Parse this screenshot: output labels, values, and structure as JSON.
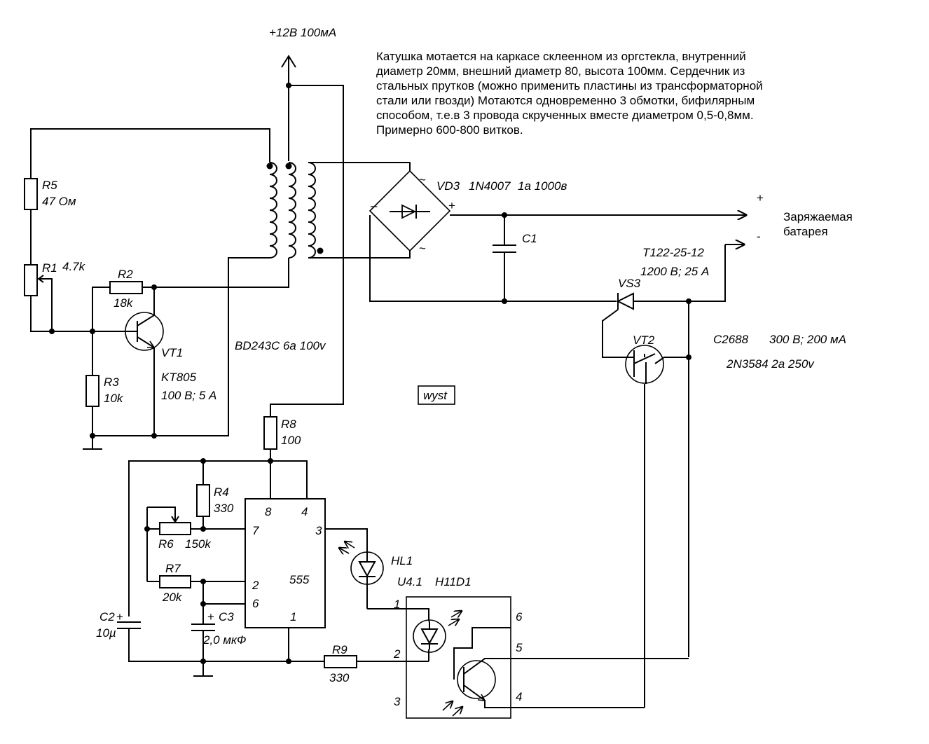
{
  "supply": "+12В 100мА",
  "note": "Катушка мотается на каркасе склеенном из оргстекла, внутренний\nдиаметр 20мм, внешний диаметр 80, высота 100мм. Сердечник из\nстальных прутков (можно применить пластины из трансформаторной\nстали или гвозди) Мотаются одновременно 3 обмотки, бифилярным\nспособом, т.е.в 3 провода скрученных вместе диаметром 0,5-0,8мм.\nПримерно 600-800 витков.",
  "battery": {
    "label": "Заряжаемая\n батарея",
    "plus": "+",
    "minus": "-"
  },
  "components": {
    "R5": {
      "ref": "R5",
      "value": "47 Ом"
    },
    "R1": {
      "ref": "R1",
      "value": "4.7k"
    },
    "R2": {
      "ref": "R2",
      "value": "18k"
    },
    "R3": {
      "ref": "R3",
      "value": "10k"
    },
    "VT1": {
      "ref": "VT1",
      "type": "KT805",
      "rating": "100 В; 5 A"
    },
    "VT1_alt": "BD243C  6a 100v",
    "VD3": {
      "ref": "VD3",
      "type": "1N4007",
      "rating": "1a 1000в"
    },
    "C1": {
      "ref": "C1"
    },
    "VS3": {
      "ref": "VS3",
      "type": "T122-25-12",
      "rating": "1200 В; 25 A"
    },
    "VT2": {
      "ref": "VT2",
      "type": "C2688",
      "rating": "300 В; 200 мА",
      "alt": "2N3584  2a 250v"
    },
    "wyst": "wyst",
    "R8": {
      "ref": "R8",
      "value": "100"
    },
    "R4": {
      "ref": "R4",
      "value": "330"
    },
    "R6": {
      "ref": "R6",
      "value": "150k"
    },
    "R7": {
      "ref": "R7",
      "value": "20k"
    },
    "C2": {
      "ref": "C2",
      "value": "10µ"
    },
    "C3": {
      "ref": "C3",
      "value": "2,0 мкФ"
    },
    "R9": {
      "ref": "R9",
      "value": "330"
    },
    "HL1": {
      "ref": "HL1"
    },
    "U41": {
      "ref": "U4.1",
      "type": "H11D1"
    },
    "IC555": {
      "label": "555"
    }
  },
  "pins_555": {
    "p8": "8",
    "p4": "4",
    "p7": "7",
    "p3": "3",
    "p2": "2",
    "p6": "6",
    "p1": "1"
  },
  "pins_opto": {
    "p1": "1",
    "p2": "2",
    "p3": "3",
    "p6": "6",
    "p5": "5",
    "p4": "4"
  },
  "symbols": {
    "ac": "~",
    "minus": "–",
    "plus": "+",
    "cap_plus": "+"
  }
}
